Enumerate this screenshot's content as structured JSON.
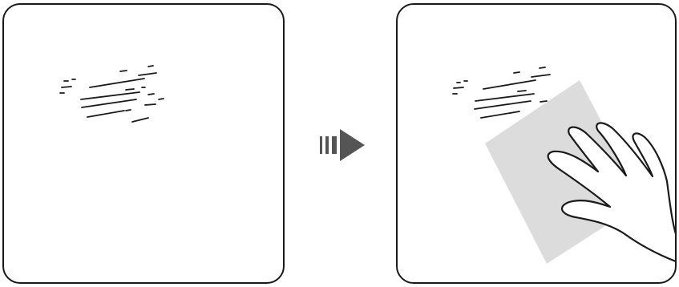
{
  "diagram": {
    "steps": [
      {
        "id": "before",
        "content": "streaks"
      },
      {
        "id": "after",
        "content": "streaks-with-cloth-and-hand"
      }
    ],
    "connector": "arrow-right-icon"
  },
  "colors": {
    "outline": "#1a1a1a",
    "cloth": "#dcdcdc",
    "arrow": "#555555",
    "background": "#ffffff"
  }
}
